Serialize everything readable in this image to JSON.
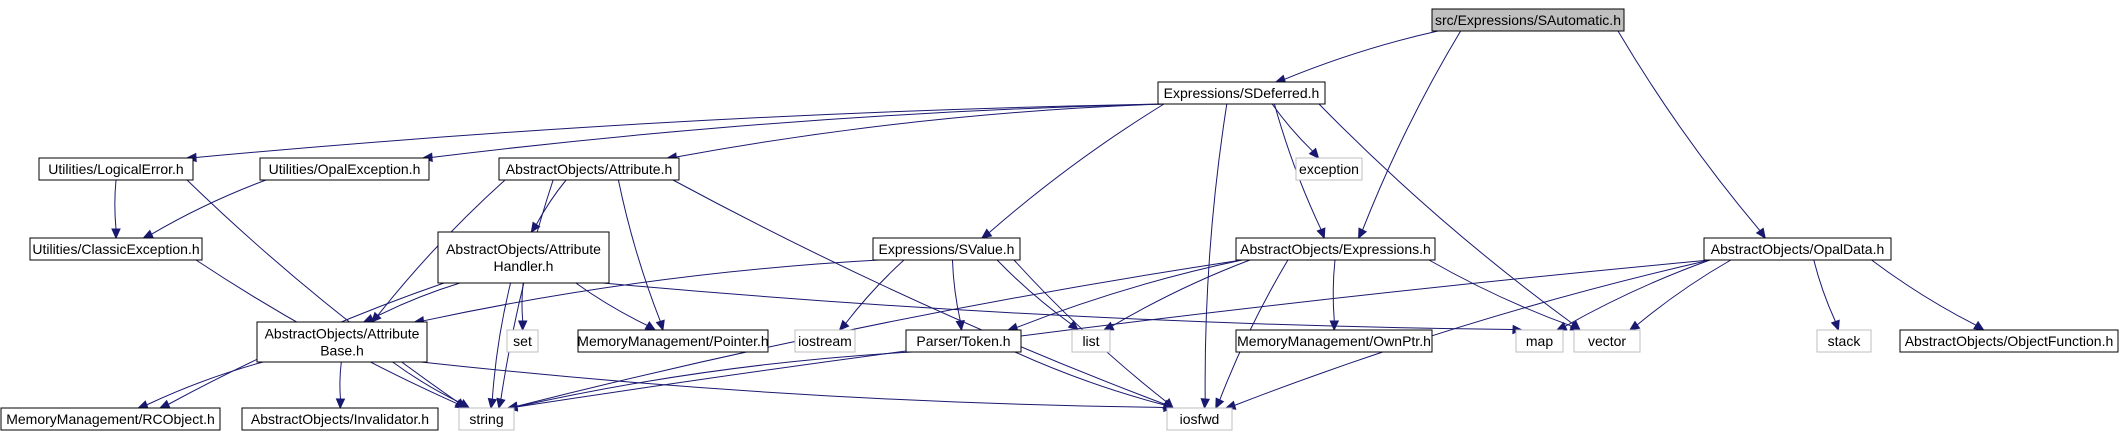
{
  "colors": {
    "edge": "#191970",
    "box_border": "#000000",
    "sys_border": "#bfbfbf",
    "root_fill": "#bfbfbf",
    "box_fill": "#ffffff"
  },
  "nodes": {
    "sautomatic": {
      "lines": [
        "src/Expressions/SAutomatic.h"
      ],
      "kind": "root"
    },
    "sdeferred": {
      "lines": [
        "Expressions/SDeferred.h"
      ],
      "kind": "header"
    },
    "logicalerror": {
      "lines": [
        "Utilities/LogicalError.h"
      ],
      "kind": "header"
    },
    "opalexception": {
      "lines": [
        "Utilities/OpalException.h"
      ],
      "kind": "header"
    },
    "attribute": {
      "lines": [
        "AbstractObjects/Attribute.h"
      ],
      "kind": "header"
    },
    "exception": {
      "lines": [
        "exception"
      ],
      "kind": "system"
    },
    "classicexception": {
      "lines": [
        "Utilities/ClassicException.h"
      ],
      "kind": "header"
    },
    "attributehandler": {
      "lines": [
        "AbstractObjects/Attribute",
        "Handler.h"
      ],
      "kind": "header"
    },
    "svalue": {
      "lines": [
        "Expressions/SValue.h"
      ],
      "kind": "header"
    },
    "expressions": {
      "lines": [
        "AbstractObjects/Expressions.h"
      ],
      "kind": "header"
    },
    "opaldata": {
      "lines": [
        "AbstractObjects/OpalData.h"
      ],
      "kind": "header"
    },
    "attributebase": {
      "lines": [
        "AbstractObjects/Attribute",
        "Base.h"
      ],
      "kind": "header"
    },
    "set": {
      "lines": [
        "set"
      ],
      "kind": "system"
    },
    "pointer": {
      "lines": [
        "MemoryManagement/Pointer.h"
      ],
      "kind": "header"
    },
    "iostream": {
      "lines": [
        "iostream"
      ],
      "kind": "system"
    },
    "token": {
      "lines": [
        "Parser/Token.h"
      ],
      "kind": "header"
    },
    "list": {
      "lines": [
        "list"
      ],
      "kind": "system"
    },
    "ownptr": {
      "lines": [
        "MemoryManagement/OwnPtr.h"
      ],
      "kind": "header"
    },
    "map": {
      "lines": [
        "map"
      ],
      "kind": "system"
    },
    "vector": {
      "lines": [
        "vector"
      ],
      "kind": "system"
    },
    "stack": {
      "lines": [
        "stack"
      ],
      "kind": "system"
    },
    "objectfunction": {
      "lines": [
        "AbstractObjects/ObjectFunction.h"
      ],
      "kind": "header"
    },
    "rcobject": {
      "lines": [
        "MemoryManagement/RCObject.h"
      ],
      "kind": "header"
    },
    "invalidator": {
      "lines": [
        "AbstractObjects/Invalidator.h"
      ],
      "kind": "header"
    },
    "string": {
      "lines": [
        "string"
      ],
      "kind": "system"
    },
    "iosfwd": {
      "lines": [
        "iosfwd"
      ],
      "kind": "system"
    }
  },
  "edges": [
    [
      "sautomatic",
      "sdeferred"
    ],
    [
      "sautomatic",
      "expressions"
    ],
    [
      "sautomatic",
      "opaldata"
    ],
    [
      "sdeferred",
      "logicalerror"
    ],
    [
      "sdeferred",
      "opalexception"
    ],
    [
      "sdeferred",
      "attribute"
    ],
    [
      "sdeferred",
      "exception"
    ],
    [
      "sdeferred",
      "svalue"
    ],
    [
      "sdeferred",
      "expressions"
    ],
    [
      "sdeferred",
      "vector"
    ],
    [
      "sdeferred",
      "iosfwd"
    ],
    [
      "logicalerror",
      "classicexception"
    ],
    [
      "logicalerror",
      "string"
    ],
    [
      "opalexception",
      "classicexception"
    ],
    [
      "classicexception",
      "string"
    ],
    [
      "attribute",
      "attributehandler"
    ],
    [
      "attribute",
      "attributebase"
    ],
    [
      "attribute",
      "pointer"
    ],
    [
      "attribute",
      "string"
    ],
    [
      "attribute",
      "iosfwd"
    ],
    [
      "attributehandler",
      "attributebase"
    ],
    [
      "attributehandler",
      "set"
    ],
    [
      "attributehandler",
      "pointer"
    ],
    [
      "attributehandler",
      "string"
    ],
    [
      "attributehandler",
      "rcobject"
    ],
    [
      "attributehandler",
      "map"
    ],
    [
      "attributebase",
      "rcobject"
    ],
    [
      "attributebase",
      "invalidator"
    ],
    [
      "attributebase",
      "string"
    ],
    [
      "attributebase",
      "iosfwd"
    ],
    [
      "svalue",
      "attributebase"
    ],
    [
      "svalue",
      "iostream"
    ],
    [
      "svalue",
      "token"
    ],
    [
      "svalue",
      "list"
    ],
    [
      "svalue",
      "iosfwd"
    ],
    [
      "expressions",
      "token"
    ],
    [
      "expressions",
      "list"
    ],
    [
      "expressions",
      "ownptr"
    ],
    [
      "expressions",
      "vector"
    ],
    [
      "expressions",
      "string"
    ],
    [
      "expressions",
      "iosfwd"
    ],
    [
      "token",
      "string"
    ],
    [
      "token",
      "iosfwd"
    ],
    [
      "opaldata",
      "map"
    ],
    [
      "opaldata",
      "vector"
    ],
    [
      "opaldata",
      "stack"
    ],
    [
      "opaldata",
      "objectfunction"
    ],
    [
      "opaldata",
      "string"
    ],
    [
      "opaldata",
      "iosfwd"
    ]
  ]
}
